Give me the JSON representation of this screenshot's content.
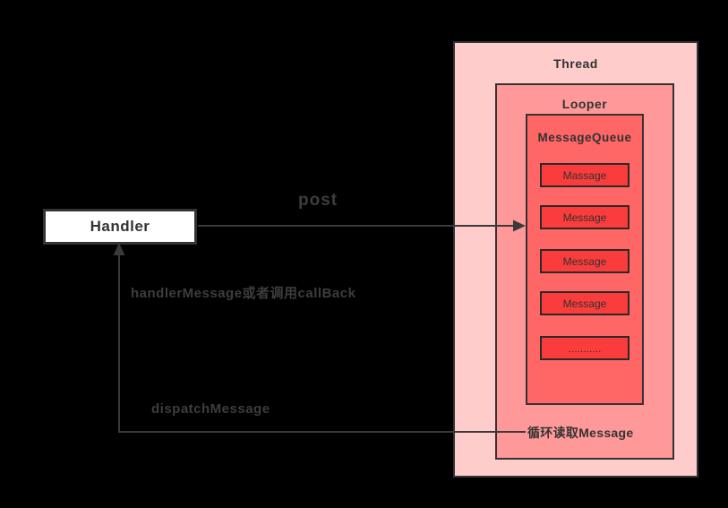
{
  "handler": {
    "label": "Handler"
  },
  "thread": {
    "label": "Thread"
  },
  "looper": {
    "label": "Looper"
  },
  "message_queue": {
    "label": "MessageQueue"
  },
  "messages": [
    {
      "label": "Massage"
    },
    {
      "label": "Message"
    },
    {
      "label": "Message"
    },
    {
      "label": "Message"
    },
    {
      "label": "..........."
    }
  ],
  "edges": {
    "post": {
      "label": "post",
      "from": "Handler",
      "to": "MessageQueue"
    },
    "handle": {
      "label": "handlerMessage或者调用callBack"
    },
    "dispatch": {
      "label": "dispatchMessage"
    },
    "loop_read": {
      "label": "循环读取Message",
      "from": "Looper",
      "to": "Handler"
    }
  },
  "colors": {
    "canvas_bg": "#000000",
    "handler_bg": "#ffffff",
    "thread_bg": "#ffcccc",
    "looper_bg": "#ff9999",
    "mq_bg": "#ff6666",
    "msg_bg": "#fa3c3c",
    "msg_border": "#2a2a2a",
    "border_dark": "#333333",
    "box_text": "#333333",
    "line_color": "#3a3a3a",
    "edge_label_color": "#3d3d3d"
  }
}
